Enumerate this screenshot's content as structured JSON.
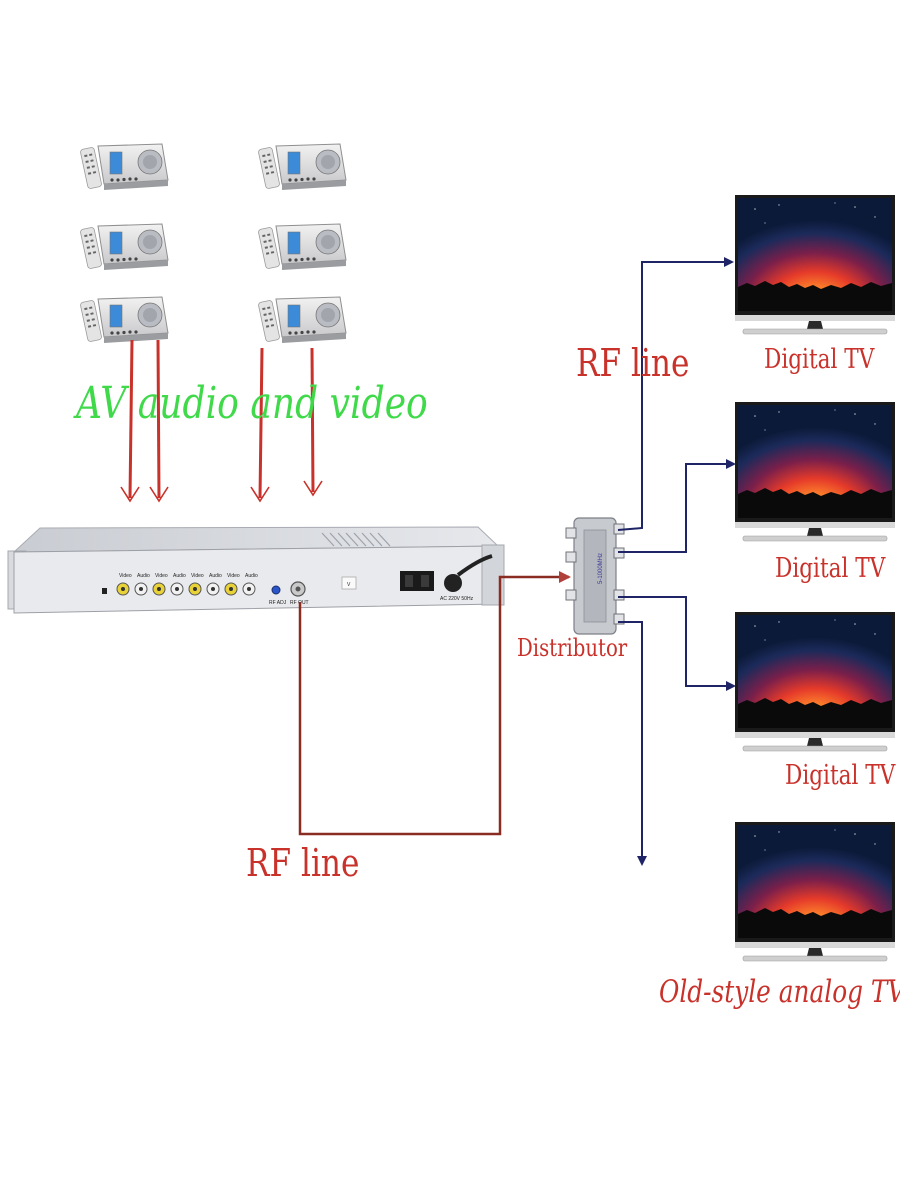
{
  "labels": {
    "av_audio_video": "AV audio and video",
    "rf_line_top": "RF line",
    "rf_line_bottom": "RF line",
    "distributor": "Distributor",
    "tv_1": "Digital TV",
    "tv_2": "Digital TV",
    "tv_3": "Digital TV",
    "tv_4": "Old-style analog TV"
  },
  "modulator_panel": {
    "jacks": [
      "Video",
      "Audio",
      "Video",
      "Audio",
      "Video",
      "Audio",
      "Video",
      "Audio"
    ],
    "rf_adj": "RF ADJ",
    "rf_out": "RF OUT",
    "power": "AC 220V 50Hz",
    "mark": "V"
  },
  "colors": {
    "av_text": "#3fd94a",
    "label_text": "#c8322b",
    "red_wire": "#c8322b",
    "brown_wire": "#8b2c22",
    "blue_wire": "#1e2466"
  }
}
